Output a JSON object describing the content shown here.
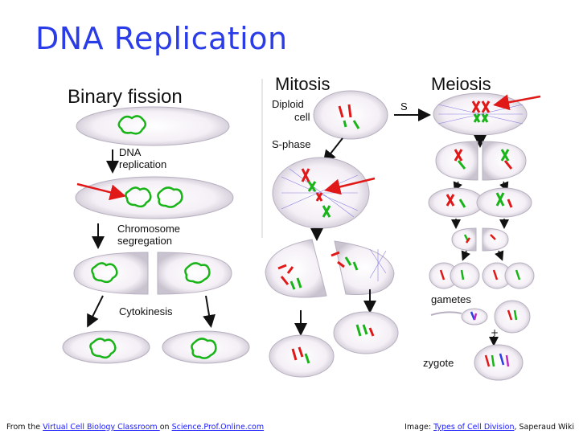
{
  "title": "DNA Replication",
  "figure": {
    "binary_fission": {
      "heading": "Binary fission",
      "dna_replication_line1": "DNA",
      "dna_replication_line2": "replication",
      "chromosome_line1": "Chromosome",
      "chromosome_line2": "segregation",
      "cytokinesis": "Cytokinesis"
    },
    "mitosis": {
      "heading": "Mitosis",
      "diploid_line1": "Diploid",
      "diploid_line2": "cell",
      "s_phase": "S-phase"
    },
    "meiosis": {
      "heading": "Meiosis",
      "s_label": "S",
      "gametes": "gametes",
      "zygote": "zygote"
    }
  },
  "footer": {
    "left_prefix": "From the ",
    "left_link1": "Virtual Cell Biology Classroom ",
    "left_mid": "on ",
    "left_link2": "Science.Prof.Online.com",
    "right_prefix": "Image: ",
    "right_link": "Types of Cell Division",
    "right_suffix": ", Saperaud Wiki"
  },
  "colors": {
    "title": "#2a3ce8",
    "chromosome_red": "#e01818",
    "chromosome_green": "#18b418",
    "arrow_red": "#e01818",
    "spindle": "#8a7fe0"
  }
}
